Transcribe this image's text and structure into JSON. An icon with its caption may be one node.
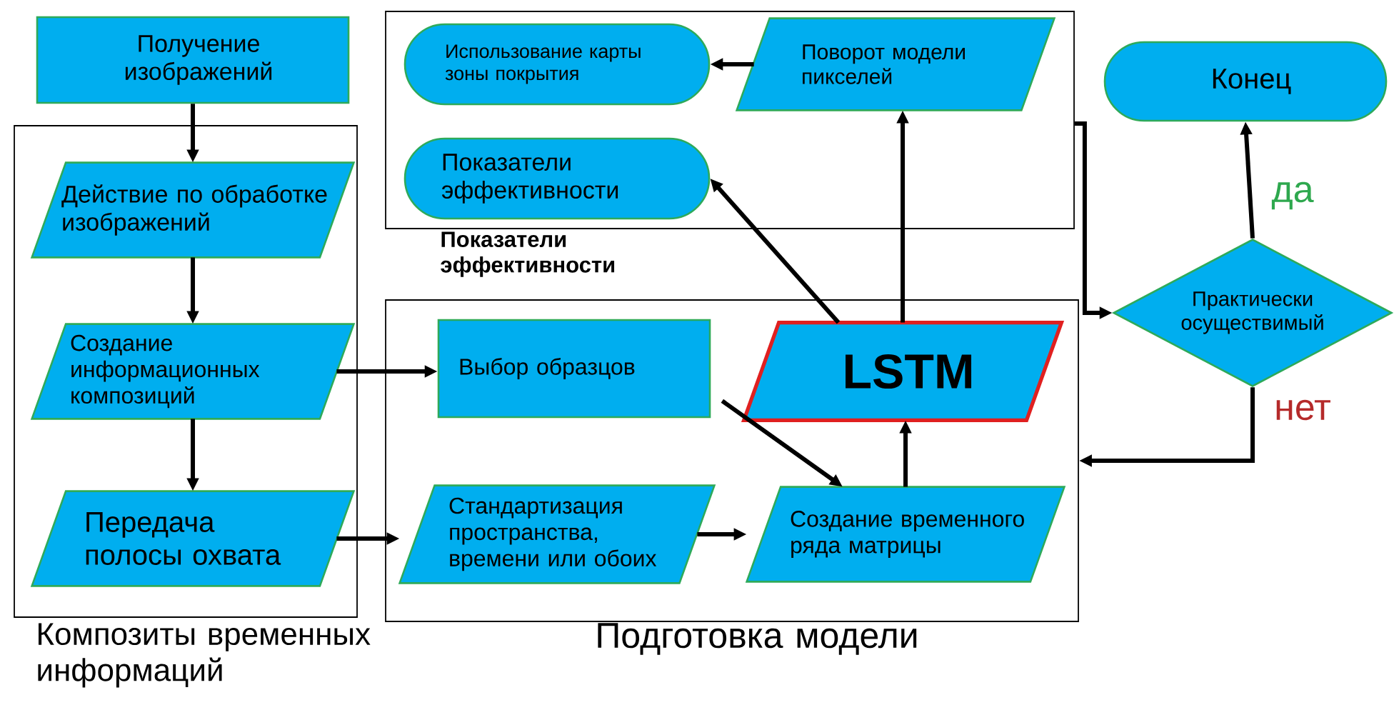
{
  "diagram": {
    "nodes": [
      {
        "text": [
          "Получение изображений"
        ]
      },
      {
        "text": [
          "Композиты временных информаций"
        ]
      },
      {
        "text": [
          "Действие по обработке изображений"
        ],
        "in": 1
      },
      {
        "text": [
          "Создание информационных композиций"
        ],
        "in": 1
      },
      {
        "text": [
          "Передача полосы охвата"
        ],
        "in": 1
      },
      {
        "text": [
          "Показатели эффективности"
        ]
      },
      {
        "text": [
          "Использование карты зоны покрытия"
        ],
        "in": 5
      },
      {
        "text": [
          "Поворот модели пикселей"
        ],
        "in": 5
      },
      {
        "text": [
          "Показатели эффективности"
        ],
        "in": 5
      },
      {
        "text": [
          "Подготовка модели"
        ]
      },
      {
        "text": [
          "Выбор образцов"
        ],
        "in": 9
      },
      {
        "text": [
          "LSTM"
        ],
        "in": 9
      },
      {
        "text": [
          "Стандартизация пространства, времени или обоих"
        ],
        "in": 9
      },
      {
        "text": [
          "Создание временного ряда матрицы"
        ],
        "in": 9
      },
      {
        "text": [
          "Конец"
        ]
      },
      {
        "text": [
          "Практически осуществимый"
        ]
      }
    ],
    "edges": [
      {
        "from": 0,
        "to": 2,
        "arrow": "to"
      },
      {
        "from": 2,
        "to": 3,
        "arrow": "to"
      },
      {
        "from": 3,
        "to": 4,
        "arrow": "to"
      },
      {
        "from": 3,
        "to": 10,
        "arrow": "to"
      },
      {
        "from": 4,
        "to": 12,
        "arrow": "to"
      },
      {
        "from": 12,
        "to": 13,
        "arrow": "to"
      },
      {
        "from": 10,
        "to": 13,
        "arrow": "to"
      },
      {
        "from": 13,
        "to": 11,
        "arrow": "to"
      },
      {
        "from": 11,
        "to": 7,
        "arrow": "to"
      },
      {
        "from": 11,
        "to": 8,
        "arrow": "to"
      },
      {
        "from": 7,
        "to": 6,
        "arrow": "to"
      },
      {
        "from": 5,
        "to": 15,
        "arrow": "to"
      },
      {
        "from": 15,
        "to": 14,
        "arrow": "to",
        "label": "да"
      },
      {
        "from": 15,
        "to": 9,
        "arrow": "to",
        "label": "нет"
      }
    ]
  }
}
